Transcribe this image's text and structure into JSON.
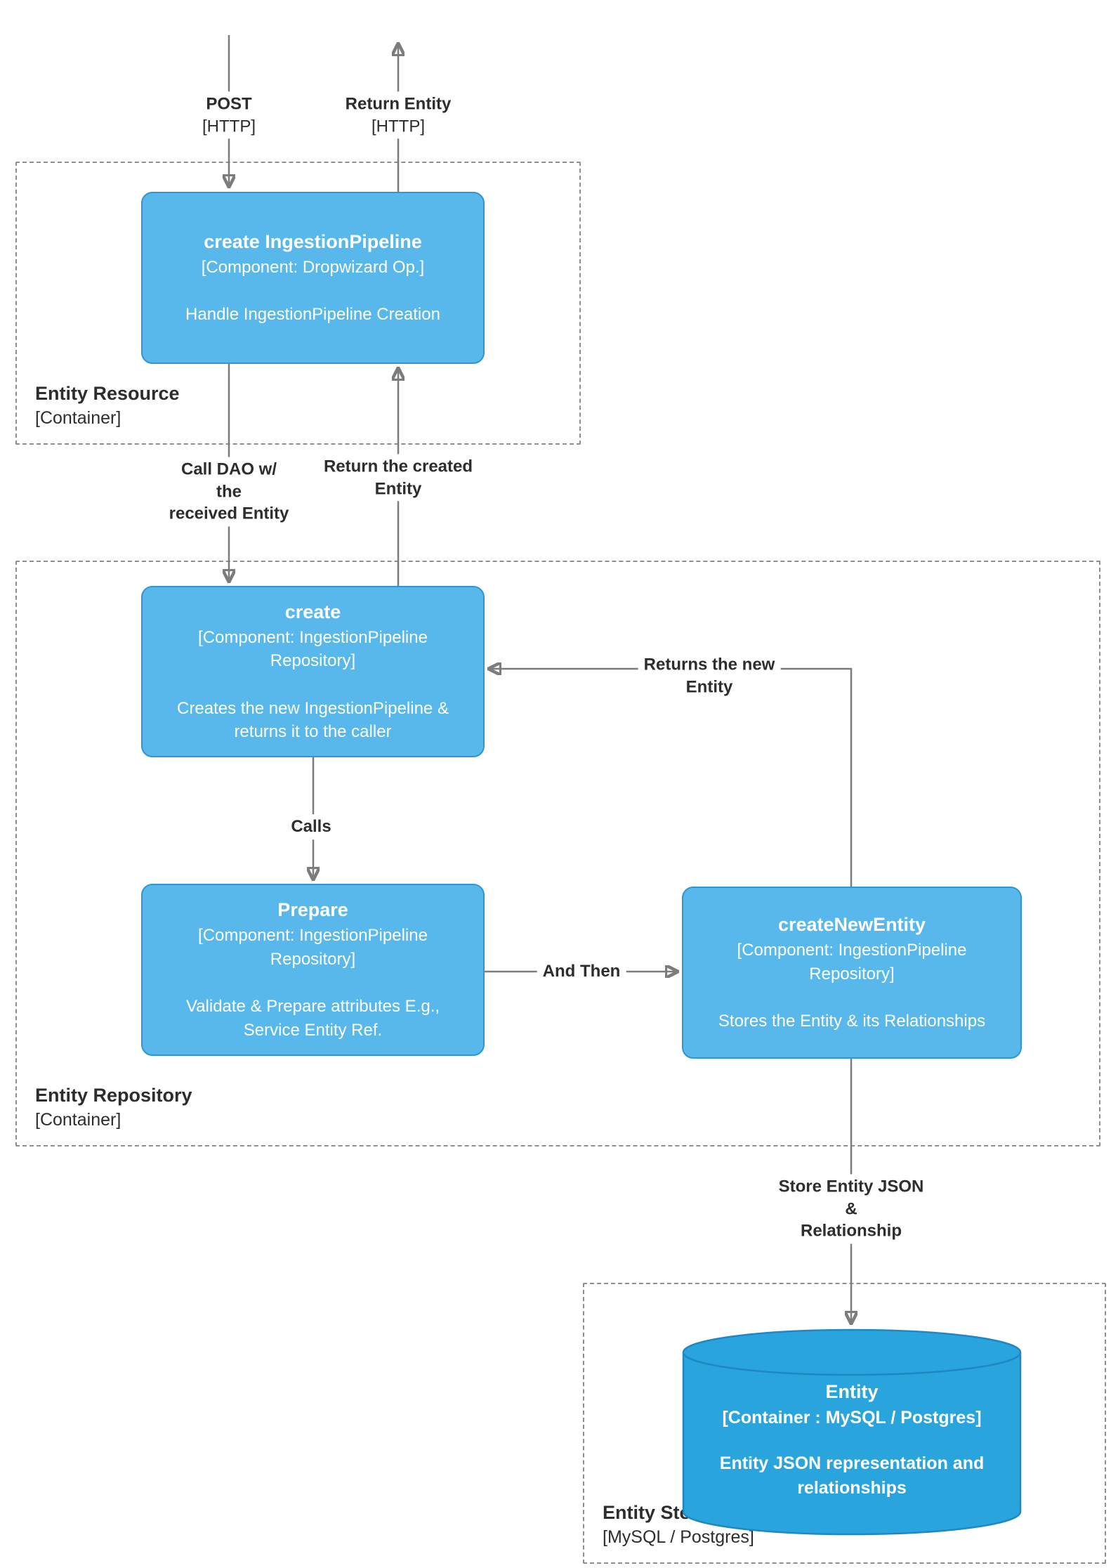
{
  "colors": {
    "node_fill": "#58b8eb",
    "node_border": "#2f96d2",
    "database_fill": "#2aa4dc",
    "database_border": "#1f88c4",
    "container_dashed_border": "#8f8f8f",
    "arrow": "#7c7c7c",
    "label_text": "#2d2d2d",
    "node_text": "#ffffff"
  },
  "containers": {
    "entity_resource": {
      "title": "Entity Resource",
      "subtitle": "[Container]"
    },
    "entity_repository": {
      "title": "Entity Repository",
      "subtitle": "[Container]"
    },
    "entity_store": {
      "title": "Entity Store",
      "subtitle": "[MySQL / Postgres]"
    }
  },
  "nodes": {
    "create_ingestion_pipeline": {
      "title": "create IngestionPipeline",
      "meta": "[Component: Dropwizard Op.]",
      "description": "Handle IngestionPipeline Creation"
    },
    "create": {
      "title": "create",
      "meta": "[Component: IngestionPipeline Repository]",
      "description": "Creates the new IngestionPipeline & returns it to the caller"
    },
    "prepare": {
      "title": "Prepare",
      "meta": "[Component: IngestionPipeline Repository]",
      "description": "Validate & Prepare attributes E.g., Service Entity Ref."
    },
    "create_new_entity": {
      "title": "createNewEntity",
      "meta": "[Component: IngestionPipeline Repository]",
      "description": "Stores the Entity & its Relationships"
    },
    "entity_db": {
      "title": "Entity",
      "meta": "[Container : MySQL / Postgres]",
      "description": "Entity JSON representation and relationships"
    }
  },
  "edges": {
    "post": {
      "label": "POST",
      "tech": "[HTTP]"
    },
    "return_entity": {
      "label": "Return Entity",
      "tech": "[HTTP]"
    },
    "call_dao": {
      "lines": [
        "Call DAO w/",
        "the",
        "received Entity"
      ]
    },
    "return_created": {
      "lines": [
        "Return the created",
        "Entity"
      ]
    },
    "calls": {
      "lines": [
        "Calls"
      ]
    },
    "and_then": {
      "lines": [
        "And Then"
      ]
    },
    "returns_new": {
      "lines": [
        "Returns the new",
        "Entity"
      ]
    },
    "store_json": {
      "lines": [
        "Store Entity JSON",
        "&",
        "Relationship"
      ]
    }
  }
}
